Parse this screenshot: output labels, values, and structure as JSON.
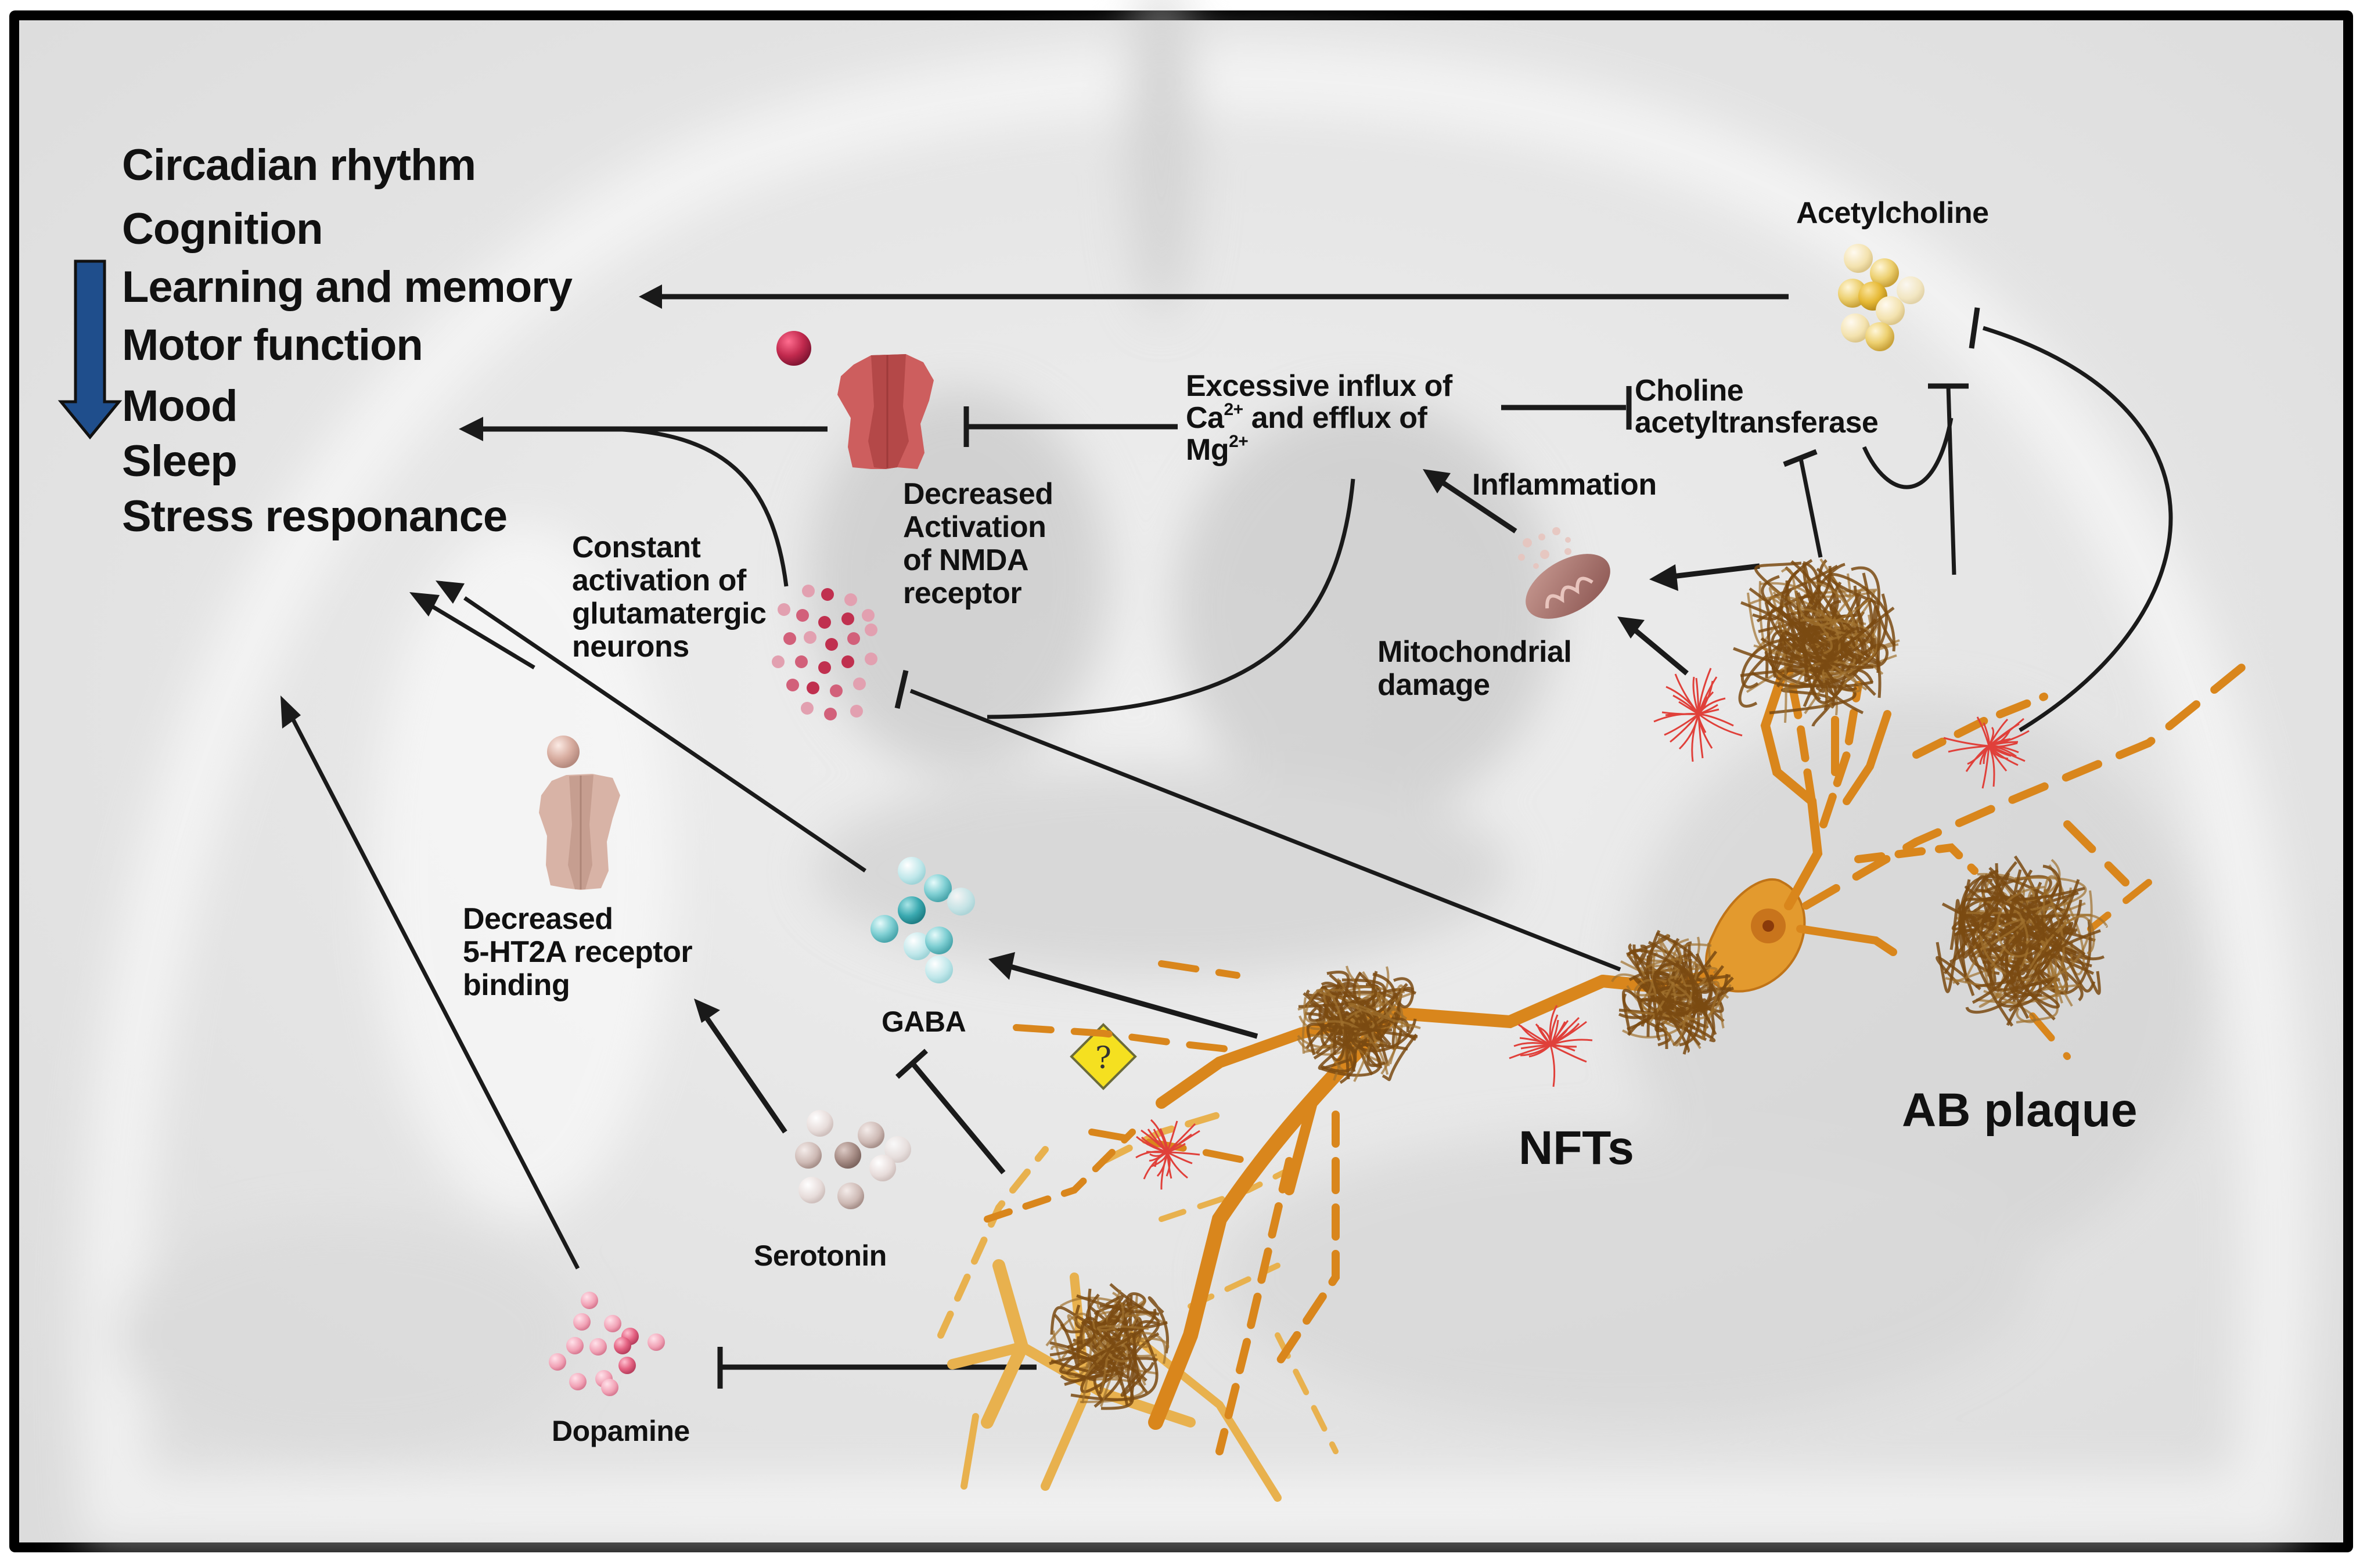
{
  "figure": {
    "title": "Neurotransmitter dysfunction in Alzheimer's disease",
    "background": "faded brain MRI (coronal slice)",
    "colors": {
      "frame": "#000000",
      "decrease_arrow": "#1f4e8c",
      "nmda_receptor": "#c85a5a",
      "glutamate_dots": "#c0304f",
      "ht2a_receptor": "#d6b0a2",
      "acetylcholine": "#e8c052",
      "gaba": "#4ab8c0",
      "serotonin": "#bfa8a4",
      "dopamine": "#f090a8",
      "neuron": "#d9861c",
      "tangle": "#7a4a12",
      "microglia": "#e0403a",
      "warning": "#f5e020"
    }
  },
  "functions": {
    "indicator": "decrease-arrow",
    "items": [
      "Circadian rhythm",
      "Cognition",
      "Learning and memory",
      "Motor function",
      "Mood",
      "Sleep",
      "Stress responance"
    ]
  },
  "labels": {
    "acetylcholine": "Acetylcholine",
    "choline_line1": "Choline",
    "choline_line2": "acetyltransferase",
    "excessive_line1": "Excessive influx of",
    "excessive_ca": "Ca",
    "excessive_ca_sup": "2+",
    "excessive_line2_rest": "and efflux of",
    "excessive_mg": "Mg",
    "excessive_mg_sup": "2+",
    "nmda_line1": "Decreased",
    "nmda_line2": "Activation",
    "nmda_line3": "of NMDA",
    "nmda_line4": "receptor",
    "inflammation": "Inflammation",
    "mito_line1": "Mitochondrial",
    "mito_line2": "damage",
    "glut_line1": "Constant",
    "glut_line2": "activation of",
    "glut_line3": "glutamatergic",
    "glut_line4": "neurons",
    "ht2a_line1": "Decreased",
    "ht2a_line2": "5-HT2A receptor",
    "ht2a_line3": "binding",
    "gaba": "GABA",
    "serotonin": "Serotonin",
    "dopamine": "Dopamine",
    "nfts": "NFTs",
    "ab_plaque": "AB plaque",
    "unknown_marker": "?"
  }
}
